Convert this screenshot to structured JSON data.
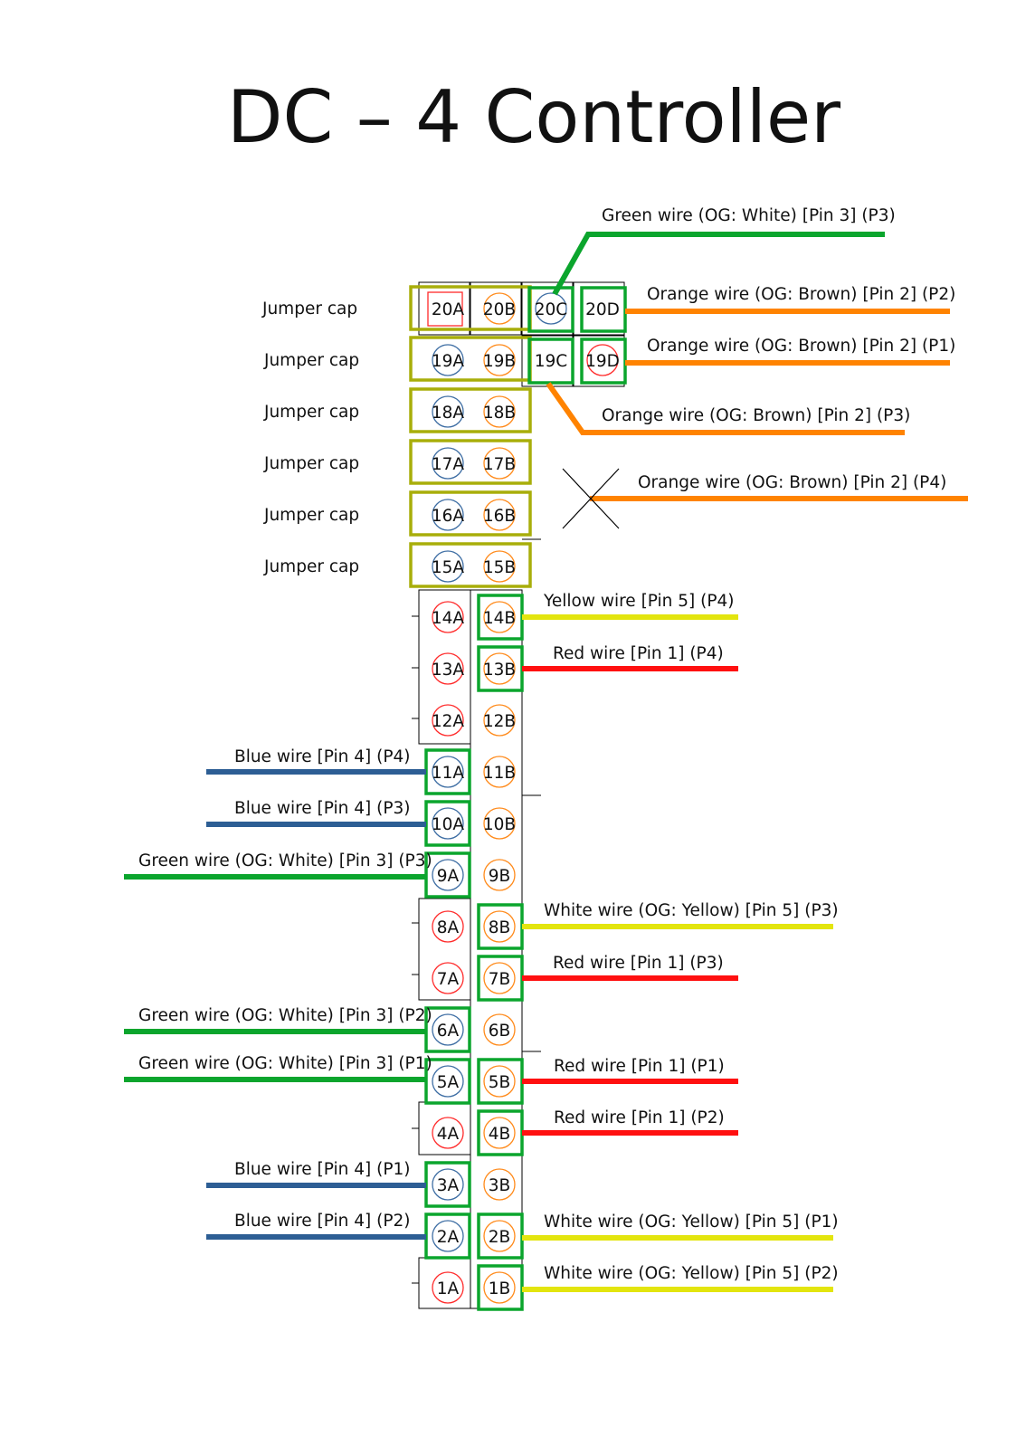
{
  "title": "DC – 4 Controller",
  "colors": {
    "green": "#0ba52d",
    "orange": "#ff8300",
    "yellow": "#e3e50e",
    "red": "#ff1010",
    "blue": "#2d5e94",
    "jumper": "#a8ae0a",
    "pin_red": "#ff2a2a",
    "pin_blue": "#3d6da3",
    "pin_orange": "#ff8a1a"
  },
  "jumper_label": "Jumper cap",
  "pins": {
    "20A": "20A",
    "20B": "20B",
    "20C": "20C",
    "20D": "20D",
    "19A": "19A",
    "19B": "19B",
    "19C": "19C",
    "19D": "19D",
    "18A": "18A",
    "18B": "18B",
    "17A": "17A",
    "17B": "17B",
    "16A": "16A",
    "16B": "16B",
    "15A": "15A",
    "15B": "15B",
    "14A": "14A",
    "14B": "14B",
    "13A": "13A",
    "13B": "13B",
    "12A": "12A",
    "12B": "12B",
    "11A": "11A",
    "11B": "11B",
    "10A": "10A",
    "10B": "10B",
    "9A": "9A",
    "9B": "9B",
    "8A": "8A",
    "8B": "8B",
    "7A": "7A",
    "7B": "7B",
    "6A": "6A",
    "6B": "6B",
    "5A": "5A",
    "5B": "5B",
    "4A": "4A",
    "4B": "4B",
    "3A": "3A",
    "3B": "3B",
    "2A": "2A",
    "2B": "2B",
    "1A": "1A",
    "1B": "1B"
  },
  "wires": {
    "w20c": "Green wire (OG: White) [Pin 3] (P3)",
    "w20d": "Orange wire (OG: Brown) [Pin 2] (P2)",
    "w19d": "Orange wire (OG: Brown) [Pin 2] (P1)",
    "w19c": "Orange wire (OG: Brown) [Pin 2] (P3)",
    "wx": "Orange wire (OG: Brown) [Pin 2] (P4)",
    "w14b": "Yellow wire [Pin 5] (P4)",
    "w13b": "Red wire [Pin 1] (P4)",
    "w11a": "Blue wire [Pin 4] (P4)",
    "w10a": "Blue wire [Pin 4] (P3)",
    "w9a": "Green wire (OG: White) [Pin 3] (P3)",
    "w8b": "White wire (OG: Yellow) [Pin 5] (P3)",
    "w7b": "Red wire [Pin 1] (P3)",
    "w6a": "Green wire (OG: White) [Pin 3] (P2)",
    "w5a": "Green wire (OG: White) [Pin 3] (P1)",
    "w5b": "Red wire [Pin 1] (P1)",
    "w4b": "Red wire [Pin 1] (P2)",
    "w3a": "Blue wire [Pin 4] (P1)",
    "w2a": "Blue wire [Pin 4] (P2)",
    "w2b": "White wire (OG: Yellow) [Pin 5] (P1)",
    "w1b": "White wire (OG: Yellow) [Pin 5] (P2)"
  }
}
